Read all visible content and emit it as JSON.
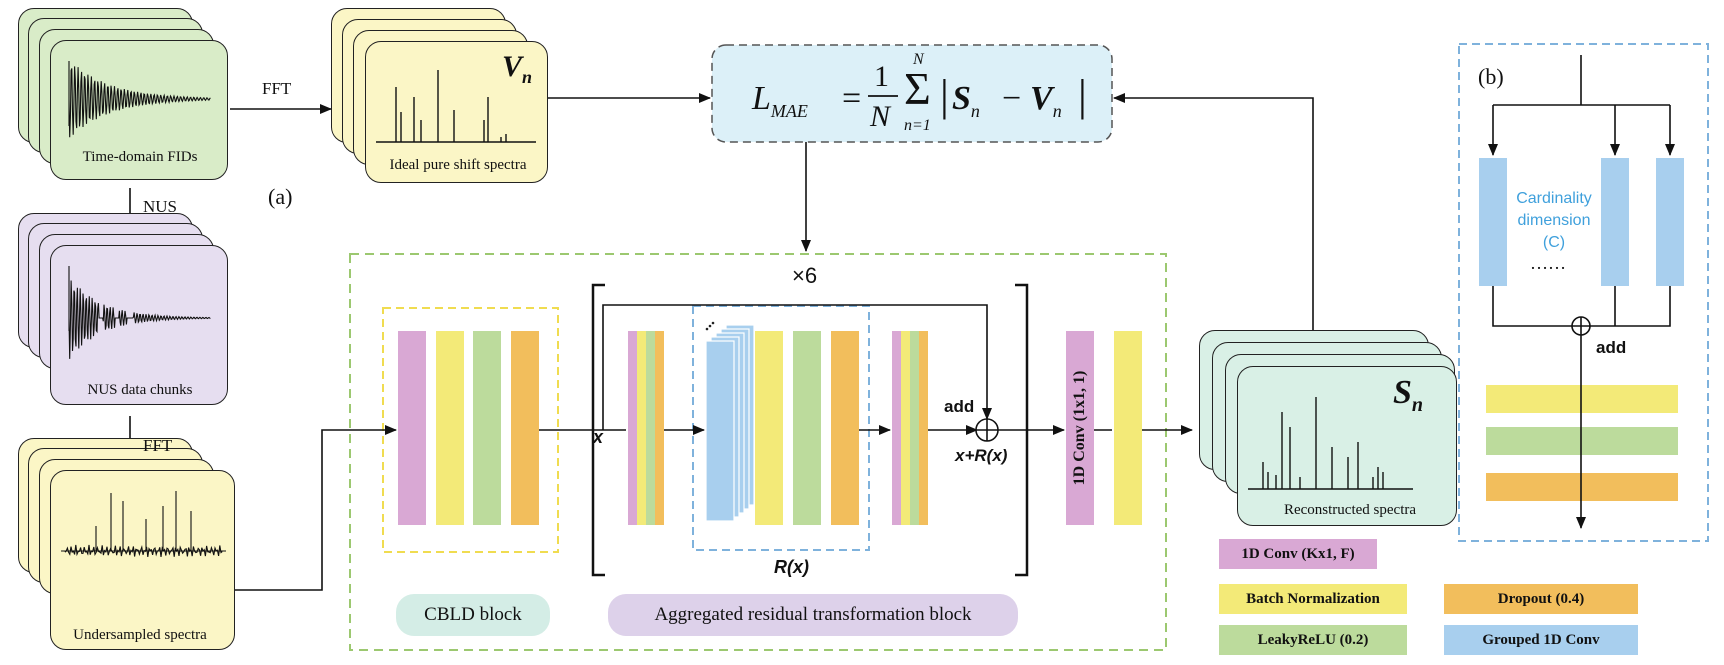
{
  "colors": {
    "green_card": "#d9ecc8",
    "yellow_card": "#fbf6c6",
    "purple_card": "#e6def0",
    "teal_card": "#d9f0e6",
    "loss_box": "#dcf0f8",
    "conv": "#d9a8d4",
    "bn": "#f3ea78",
    "leaky": "#bcdb9c",
    "dropout": "#f2be5c",
    "grouped": "#a8cfee",
    "cbld_pill": "#d4ede6",
    "agg_pill": "#ddd1ea",
    "dash_green": "#9cc870",
    "dash_yellow": "#f0dc50",
    "dash_blue": "#7fb2dc",
    "cardinality_text": "#3fa0dc"
  },
  "labels": {
    "panel_a": "(a)",
    "panel_b": "(b)",
    "time_domain": "Time-domain FIDs",
    "nus_chunks": "NUS data chunks",
    "undersampled": "Undersampled spectra",
    "ideal_spectra": "Ideal pure shift spectra",
    "reconstructed": "Reconstructed spectra",
    "fft_top": "FFT",
    "fft_mid": "FFT",
    "nus": "NUS",
    "vn_main": "V",
    "vn_sub": "n",
    "sn_main": "S",
    "sn_sub": "n",
    "times_six": "×6",
    "x_in": "x",
    "add_a": "add",
    "x_plus_rx": "x+R(x)",
    "rx": "R(x)",
    "conv_1x1": "1D Conv (1x1, 1)",
    "cbld_block": "CBLD block",
    "agg_block": "Aggregated residual transformation block",
    "cardinality": "Cardinality dimension (C)",
    "dots": "……",
    "add_b": "add"
  },
  "formula": {
    "lhs_main": "L",
    "lhs_sub": "MAE",
    "eq": "=",
    "frac_num": "1",
    "frac_den": "N",
    "sum_top": "N",
    "sum_bottom": "n=1",
    "s_main": "S",
    "s_sub": "n",
    "minus": "−",
    "v_main": "V",
    "v_sub": "n"
  },
  "legend": [
    {
      "label": "1D Conv (Kx1, F)",
      "color_key": "conv"
    },
    {
      "label": "Batch Normalization",
      "color_key": "bn"
    },
    {
      "label": "LeakyReLU (0.2)",
      "color_key": "leaky"
    },
    {
      "label": "Dropout (0.4)",
      "color_key": "dropout"
    },
    {
      "label": "Grouped 1D Conv",
      "color_key": "grouped"
    }
  ]
}
